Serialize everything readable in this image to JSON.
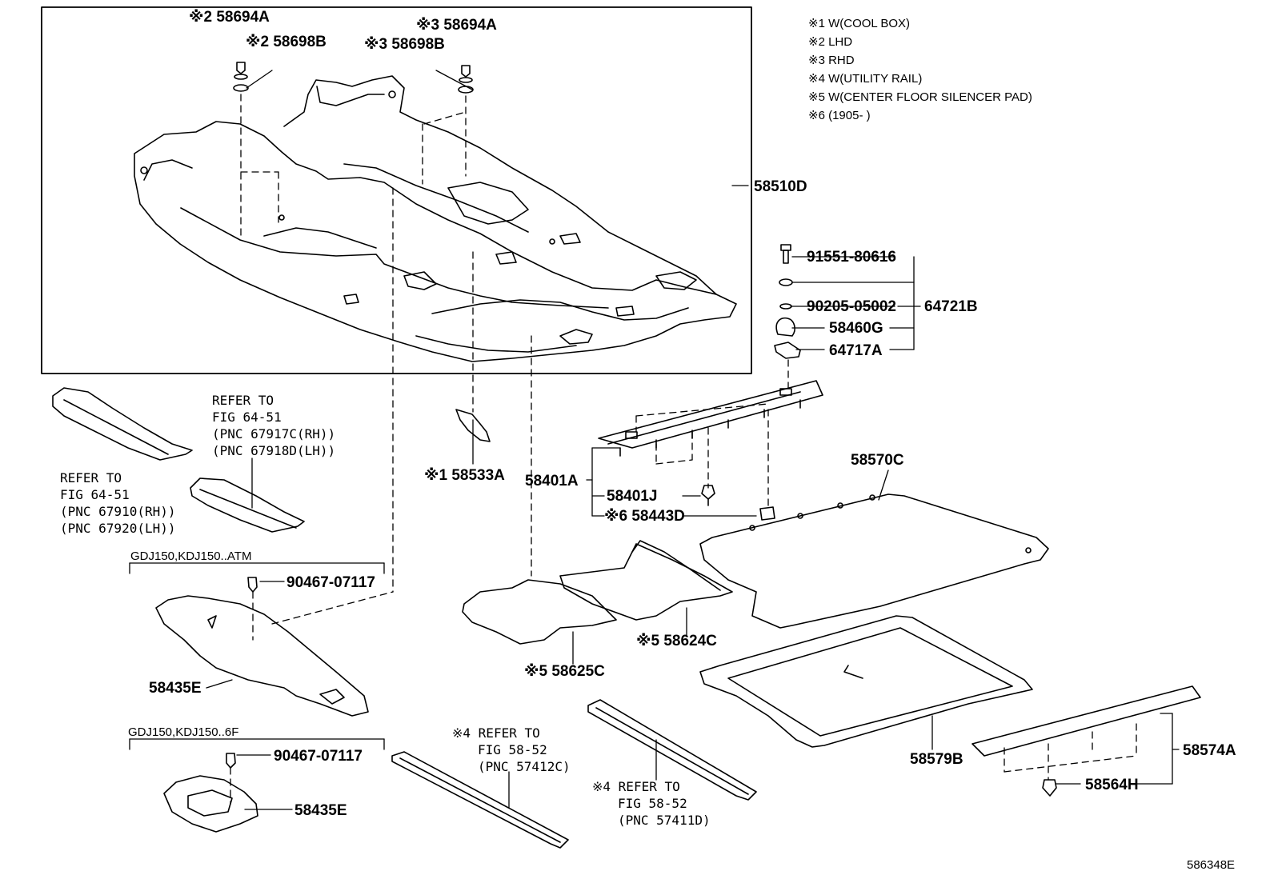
{
  "diagram_id": "586348E",
  "legend": [
    "※1 W(COOL BOX)",
    "※2 LHD",
    "※3 RHD",
    "※4 W(UTILITY RAIL)",
    "※5 W(CENTER FLOOR SILENCER PAD)",
    "※6 (1905-      )"
  ],
  "parts": {
    "p58694A_lhd": "※2 58694A",
    "p58698B_lhd": "※2 58698B",
    "p58694A_rhd": "※3 58694A",
    "p58698B_rhd": "※3 58698B",
    "p58510D": "58510D",
    "p91551": "91551-80616",
    "p90205": "90205-05002",
    "p64721B": "64721B",
    "p58460G": "58460G",
    "p64717A": "64717A",
    "p58533A": "※1 58533A",
    "p58401A": "58401A",
    "p58401J": "58401J",
    "p58443D": "※6 58443D",
    "p58570C": "58570C",
    "p90467_atm": "90467-07117",
    "p58435E_atm": "58435E",
    "p90467_6f": "90467-07117",
    "p58435E_6f": "58435E",
    "p58624C": "※5 58624C",
    "p58625C": "※5 58625C",
    "p58579B": "58579B",
    "p58574A": "58574A",
    "p58564H": "58564H"
  },
  "group_labels": {
    "atm": "GDJ150,KDJ150..ATM",
    "sixf": "GDJ150,KDJ150..6F"
  },
  "refs": {
    "ref_a": [
      "REFER TO",
      "FIG 64-51",
      "(PNC 67917C(RH))",
      "(PNC 67918D(LH))"
    ],
    "ref_b": [
      "REFER TO",
      "FIG 64-51",
      "(PNC 67910(RH))",
      "(PNC 67920(LH))"
    ],
    "ref_c": [
      "※4 REFER TO",
      "FIG 58-52",
      "(PNC 57412C)"
    ],
    "ref_d": [
      "※4 REFER TO",
      "FIG 58-52",
      "(PNC 57411D)"
    ]
  }
}
